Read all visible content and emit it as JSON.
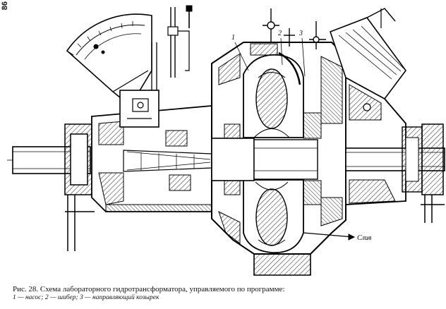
{
  "page_number": "86",
  "callouts": [
    "1",
    "2",
    "3"
  ],
  "drain_label": "Слив",
  "caption": {
    "title": "Рис. 28. Схема лабораторного гидротрансформатора, управляемого по программе:",
    "legend": "1 — насос; 2 — шибер; 3 — направляющий козырек"
  }
}
